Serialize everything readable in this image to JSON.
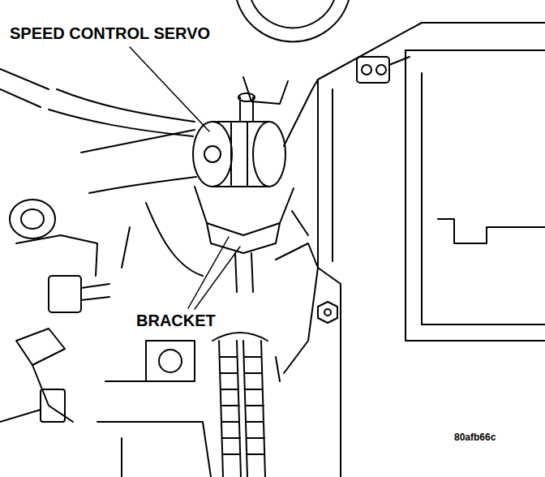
{
  "diagram": {
    "labels": [
      "SPEED CONTROL SERVO",
      "BRACKET",
      "80afb66c"
    ]
  }
}
